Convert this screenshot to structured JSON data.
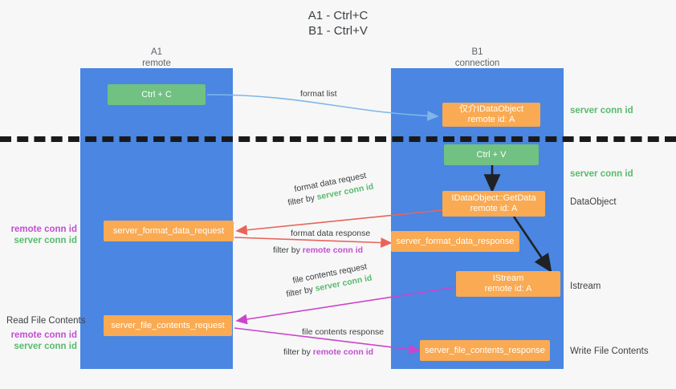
{
  "title": "A1 - Ctrl+C\nB1 - Ctrl+V",
  "columns": [
    {
      "name": "A1",
      "sub": "remote",
      "header": "A1\nremote"
    },
    {
      "name": "B1",
      "sub": "connection",
      "header": "B1\nconnection"
    }
  ],
  "nodes": {
    "ctrl_c": "Ctrl + C",
    "idataobject_announce": "仅介IDataObject\nremote id: A",
    "ctrl_v": "Ctrl + V",
    "getdata": "IDataObject::GetData\nremote id: A",
    "istream": "IStream\nremote id: A",
    "server_format_data_request": "server_format_data_request",
    "server_format_data_response": "server_format_data_response",
    "server_file_contents_request": "server_file_contents_request",
    "server_file_contents_response": "server_file_contents_response"
  },
  "right_labels": {
    "server_conn_id_top": "server conn id",
    "server_conn_id_mid": "server conn id",
    "dataobject": "DataObject",
    "istream": "Istream",
    "write_file_contents": "Write File Contents"
  },
  "left_labels": {
    "format_remote": "remote conn id",
    "format_server": "server conn id",
    "read_file_contents": "Read File Contents",
    "file_remote": "remote conn id",
    "file_server": "server conn id"
  },
  "edges": {
    "format_list": "format list",
    "format_data_request": "format data request",
    "format_data_request_filter_prefix": "filter by ",
    "format_data_request_filter_value": "server conn id",
    "format_data_response": "format data response",
    "format_data_response_filter_prefix": "filter by ",
    "format_data_response_filter_value": "remote conn id",
    "file_contents_request": "file contents request",
    "file_contents_request_filter_prefix": "filter by ",
    "file_contents_request_filter_value": "server conn id",
    "file_contents_response": "file contents response",
    "file_contents_response_filter_prefix": "filter by ",
    "file_contents_response_filter_value": "remote conn id"
  },
  "colors": {
    "lane": "#4a86e2",
    "node_orange": "#f9aa52",
    "node_green": "#71c182",
    "server_conn_id": "#57bb6e",
    "remote_conn_id": "#c14fd0",
    "wire_blue": "#7fb6e8",
    "wire_red": "#e8645a",
    "wire_magenta": "#cc44cc",
    "wire_dark": "#202124",
    "background": "#f7f7f7"
  }
}
